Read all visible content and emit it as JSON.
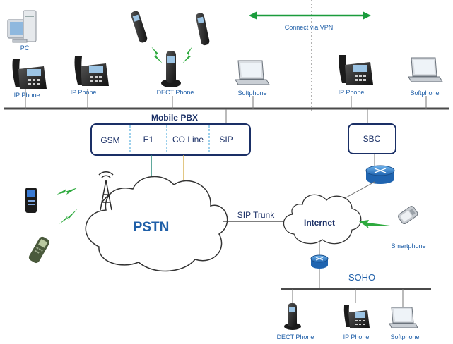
{
  "top_labels": {
    "pc": "PC",
    "ip_phone_1": "IP Phone",
    "ip_phone_2": "IP Phone",
    "dect_phone": "DECT Phone",
    "softphone_1": "Softphone",
    "ip_phone_3": "IP Phone",
    "softphone_2": "Softphone"
  },
  "vpn_label": "Connect via VPN",
  "pbx": {
    "title": "Mobile PBX",
    "ports": [
      "GSM",
      "E1",
      "CO Line",
      "SIP"
    ]
  },
  "sbc_label": "SBC",
  "pstn_label": "PSTN",
  "sip_trunk_label": "SIP Trunk",
  "internet_label": "Internet",
  "smartphone_label": "Smartphone",
  "soho": {
    "title": "SOHO",
    "devices": [
      "DECT Phone",
      "IP Phone",
      "Softphone"
    ]
  },
  "colors": {
    "bus_line": "#4a4a4a",
    "box_border": "#1a2f66",
    "label_blue": "#1f5fa8",
    "vpn_arrow": "#1a9c3c",
    "wireless": "#2eaa3e",
    "cloud_stroke": "#333333",
    "router_blue": "#2d7dc8"
  }
}
